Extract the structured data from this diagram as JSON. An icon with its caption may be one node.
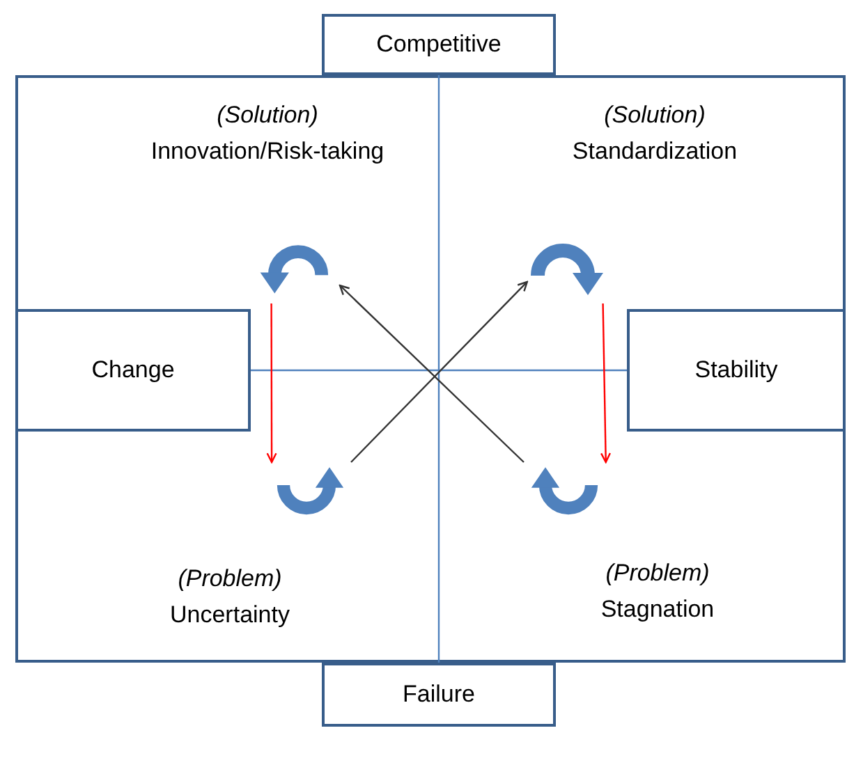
{
  "diagram": {
    "nodes": [
      {
        "text": [],
        "shape": "box"
      },
      {
        "text": [
          "Competitive"
        ]
      },
      {
        "text": [
          "Change"
        ],
        "in": 0
      },
      {
        "text": [
          "Stability"
        ],
        "in": 0
      },
      {
        "text": [
          "Failure"
        ]
      },
      {
        "text": [],
        "shape": "arc",
        "in": 0
      },
      {
        "text": [],
        "shape": "arc",
        "in": 0
      },
      {
        "text": [],
        "shape": "arc",
        "in": 0
      },
      {
        "text": [],
        "shape": "arc",
        "in": 0
      }
    ],
    "edges": [
      {
        "from": 1,
        "to": 4,
        "arrow": "none",
        "color": "#4f81bd"
      },
      {
        "from": 2,
        "to": 3,
        "arrow": "none",
        "color": "#4f81bd"
      },
      {
        "from": 5,
        "to": 7,
        "arrow": "to",
        "color": "#ff0000"
      },
      {
        "from": 6,
        "to": 8,
        "arrow": "to",
        "color": "#ff0000"
      },
      {
        "from": 7,
        "to": 6,
        "arrow": "to",
        "color": "#333333"
      },
      {
        "from": 8,
        "to": 5,
        "arrow": "to",
        "color": "#333333"
      }
    ],
    "labels": [
      "(Solution)",
      "Innovation/Risk-taking",
      "(Solution)",
      "Standardization",
      "(Problem)",
      "Uncertainty",
      "(Problem)",
      "Stagnation"
    ]
  }
}
